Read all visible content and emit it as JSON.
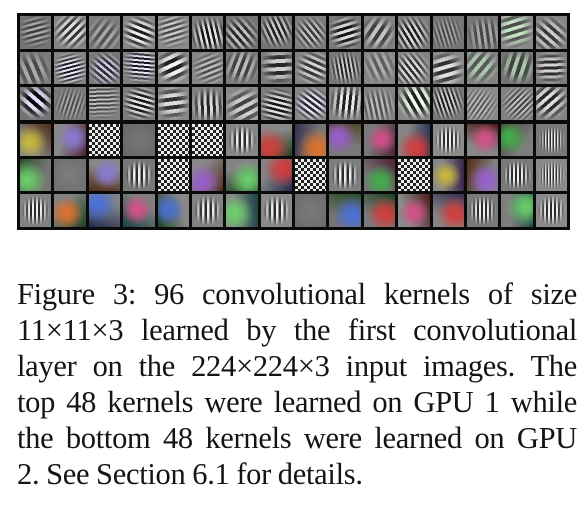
{
  "figure": {
    "kernel_grid": {
      "columns": 16,
      "rows": 6,
      "kernel_size": "11×11×3",
      "groups": [
        {
          "gpu": "GPU 1",
          "rows": 3,
          "style": "grayscale-edge"
        },
        {
          "gpu": "GPU 2",
          "rows": 3,
          "style": "color-blob"
        }
      ]
    },
    "caption_lines": [
      "Figure 3: 96 convolutional kernels of size",
      "11×11×3 learned by the first convolutional",
      "layer on the 224×224×3 input images. The",
      "top 48 kernels were learned on GPU 1 while",
      "the bottom 48 kernels were learned on GPU",
      "2. See Section 6.1 for details."
    ]
  }
}
